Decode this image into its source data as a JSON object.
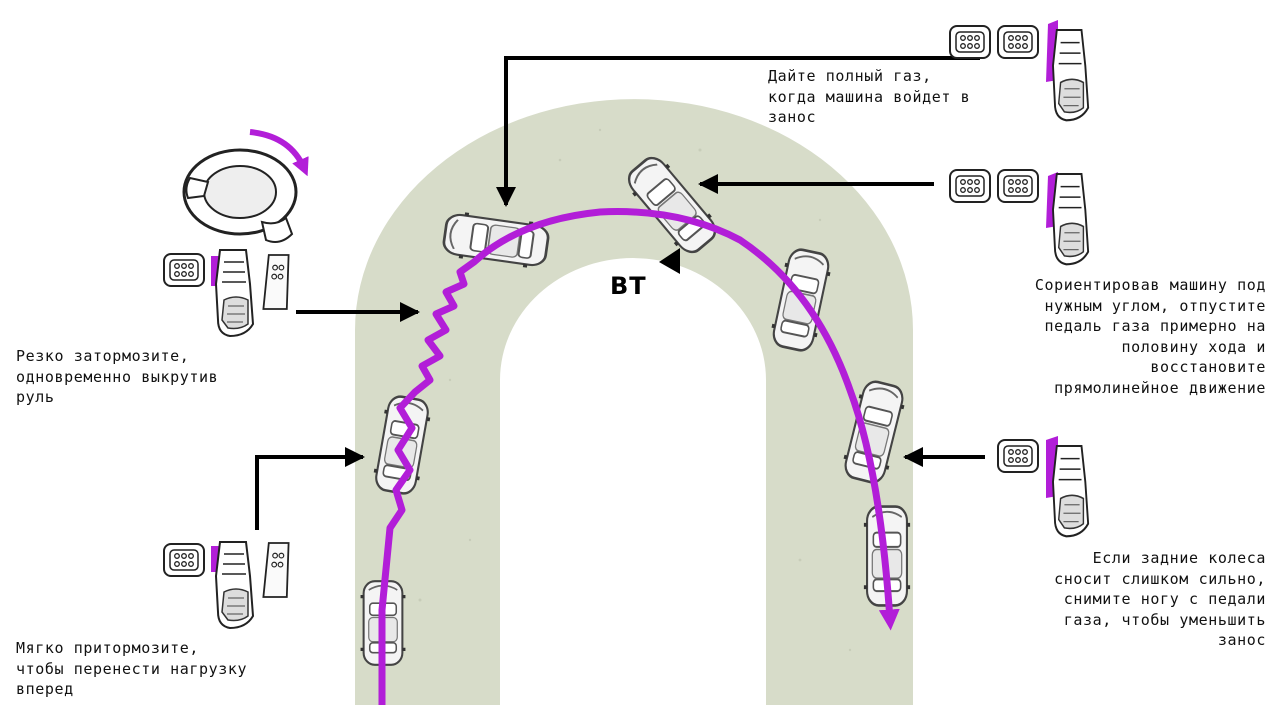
{
  "apex_label": "ВТ",
  "steps": [
    {
      "id": "step1",
      "text": "Мягко притормозите,\nчтобы перенести нагрузку\nвперед"
    },
    {
      "id": "step2",
      "text": "Резко затормозите,\nодновременно выкрутив\nруль"
    },
    {
      "id": "step3",
      "text": "Дайте полный газ,\nкогда машина войдет в\nзанос"
    },
    {
      "id": "step4",
      "text": "Сориентировав машину под\nнужным углом, отпустите\nпедаль газа примерно на\nполовину хода и\nвосстановите\nпрямолинейное движение"
    },
    {
      "id": "step5",
      "text": "Если задние колеса\nсносит слишком сильно,\nснимите ногу с педали\nгаза, чтобы уменьшить\nзанос"
    }
  ],
  "colors": {
    "road": "#d7dcc9",
    "path": "#b21ed8",
    "arrow": "#000000",
    "text": "#111111"
  },
  "icons": [
    "brake-pedal-icon",
    "gas-pedal-icon",
    "foot-on-pedal-icon",
    "steering-wheel-icon",
    "car-icon",
    "apex-marker-icon"
  ]
}
